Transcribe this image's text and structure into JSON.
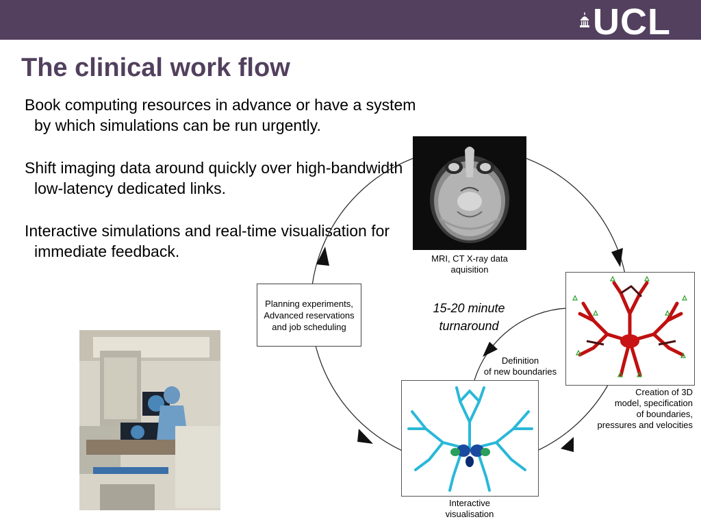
{
  "header": {
    "logo_text": "UCL",
    "banner_color": "#52405e"
  },
  "slide": {
    "title": "The clinical work flow",
    "bullets": [
      "Book computing resources in advance or have a system by which simulations can be run urgently.",
      "Shift imaging data around quickly over high-bandwidth low-latency dedicated links.",
      "Interactive simulations and real-time visualisation for immediate feedback."
    ]
  },
  "diagram": {
    "mri_caption": "MRI, CT X-ray data\naquisition",
    "model_caption": "Creation of 3D\nmodel, specification\nof boundaries,\npressures and velocities",
    "vis_caption": "Interactive\nvisualisation",
    "planning_box": "Planning experiments,\nAdvanced reservations\nand job scheduling",
    "boundaries_caption": "Definition\nof new boundaries",
    "turnaround": "15-20 minute\nturnaround"
  },
  "icons": {
    "logo_dome": "ucl-dome-icon",
    "mri_image": "brain-mri-image",
    "model_image": "vessel-model-image",
    "vis_image": "vessel-visualisation-image",
    "photo": "operating-room-photo"
  }
}
